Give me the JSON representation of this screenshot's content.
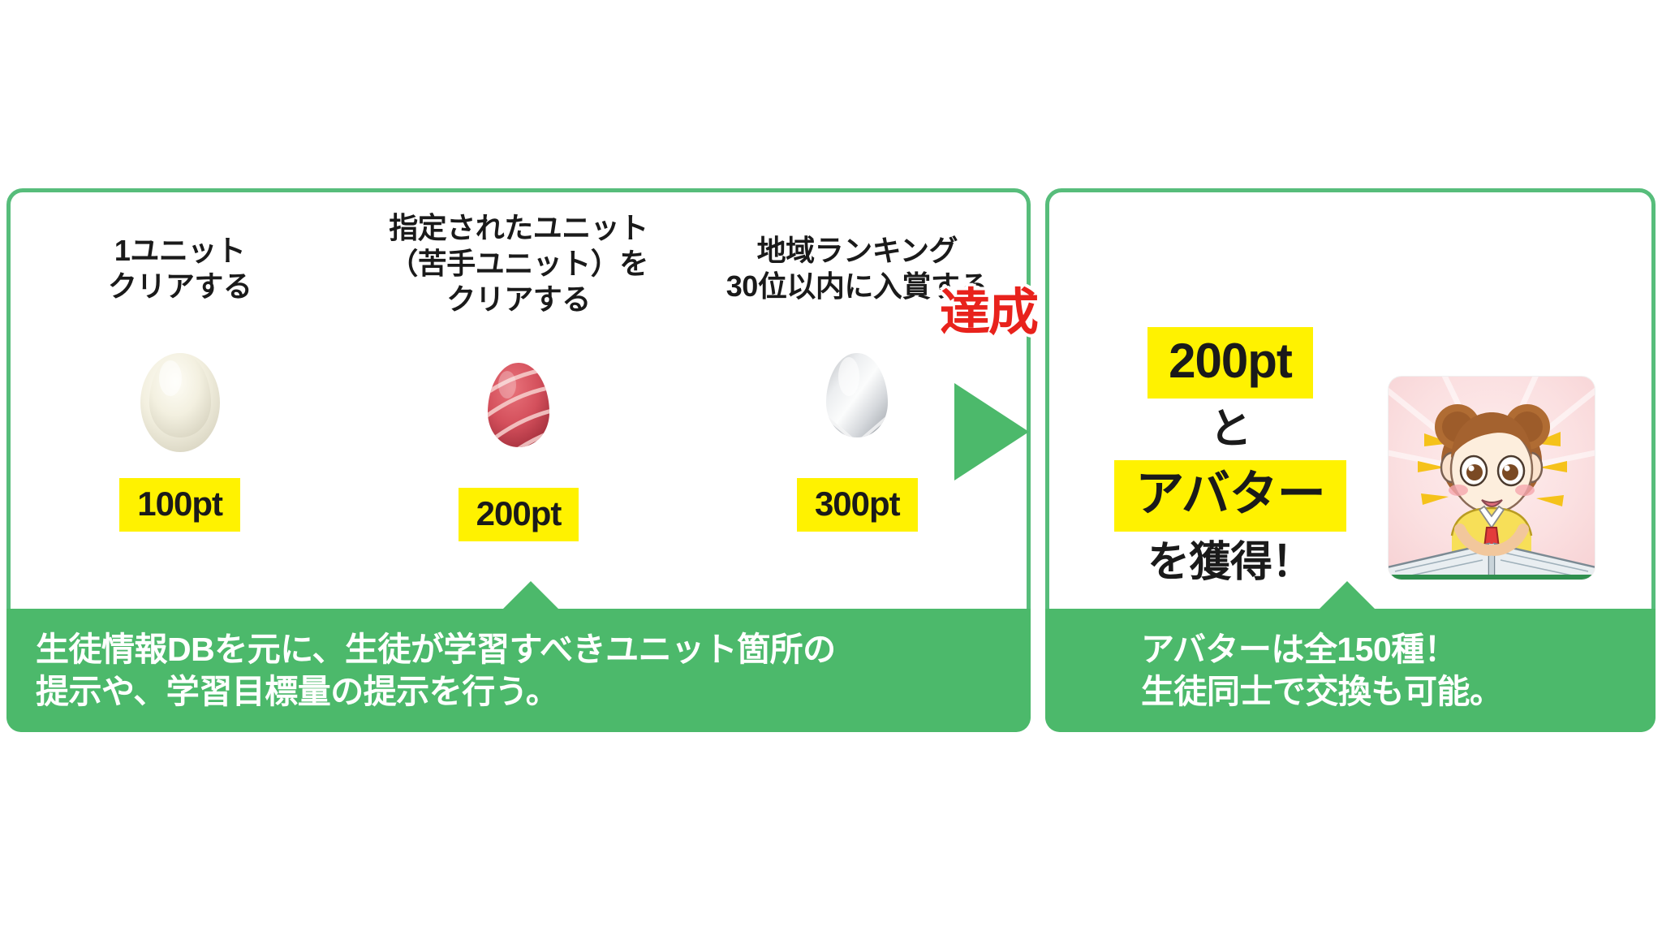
{
  "colors": {
    "green_border": "#57bd7b",
    "green_fill": "#4cb96b",
    "highlight_yellow": "#fff200",
    "achieve_red": "#e8221c",
    "text_dark": "#1a1a1a",
    "white": "#ffffff"
  },
  "earn_panel": {
    "columns": [
      {
        "title": "1ユニット\nクリアする",
        "egg_name": "white-egg",
        "egg_label": "白い卵",
        "points": "100pt"
      },
      {
        "title": "指定されたユニット\n（苦手ユニット）を\nクリアする",
        "egg_name": "red-striped-egg",
        "egg_label": "赤いしま模様の卵",
        "points": "200pt"
      },
      {
        "title": "地域ランキング\n30位以内に入賞する",
        "egg_name": "silver-egg",
        "egg_label": "銀色の卵",
        "points": "300pt"
      }
    ],
    "caption": "生徒情報DBを元に、生徒が学習すべきユニット箇所の\n提示や、学習目標量の提示を行う。"
  },
  "achieve": {
    "label": "達成！",
    "arrow_icon": "arrow-right-icon"
  },
  "reward_panel": {
    "lines": [
      {
        "text": "200pt",
        "style": "highlight"
      },
      {
        "text": "と",
        "style": "plain"
      },
      {
        "text": "アバター",
        "style": "highlight"
      },
      {
        "text": "を獲得！",
        "style": "plain"
      }
    ],
    "avatar_icon": "avatar-girl-reading-book-icon",
    "caption": "アバターは全150種！\n生徒同士で交換も可能。"
  }
}
